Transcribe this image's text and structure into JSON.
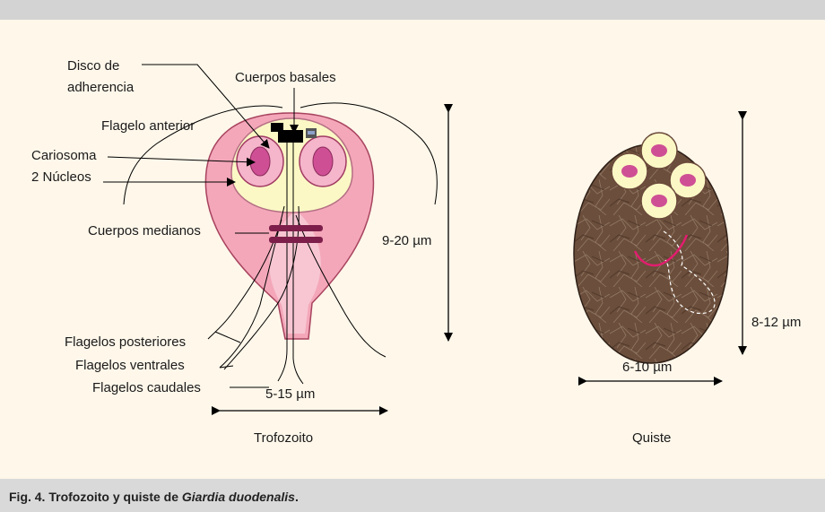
{
  "labels": {
    "disco": "Disco de",
    "disco2": "adherencia",
    "cuerpos_basales": "Cuerpos basales",
    "flagelo_anterior": "Flagelo anterior",
    "cariosoma": "Cariosoma",
    "nucleos": "2 Núcleos",
    "cuerpos_medianos": "Cuerpos medianos",
    "flagelos_posteriores": "Flagelos posteriores",
    "flagelos_ventrales": "Flagelos ventrales",
    "flagelos_caudales": "Flagelos caudales"
  },
  "dimensions": {
    "trofozoito_height": "9-20 µm",
    "trofozoito_width": "5-15 µm",
    "quiste_height": "8-12 µm",
    "quiste_width": "6-10 µm"
  },
  "names": {
    "trofozoito": "Trofozoito",
    "quiste": "Quiste"
  },
  "caption": {
    "prefix": "Fig. 4. Trofozoito y quiste de ",
    "species": "Giardia duodenalis",
    "suffix": "."
  },
  "colors": {
    "body_pink": "#f4a7b9",
    "body_inner": "#f7c6d2",
    "disc_yellow": "#fbf8c5",
    "nucleus_ring": "#f5b5cb",
    "nucleus_core": "#cf4f95",
    "median_bodies": "#7d1f4a",
    "cyst_brown": "#6b4e3b",
    "cyst_fibril": "#e21d6f"
  }
}
